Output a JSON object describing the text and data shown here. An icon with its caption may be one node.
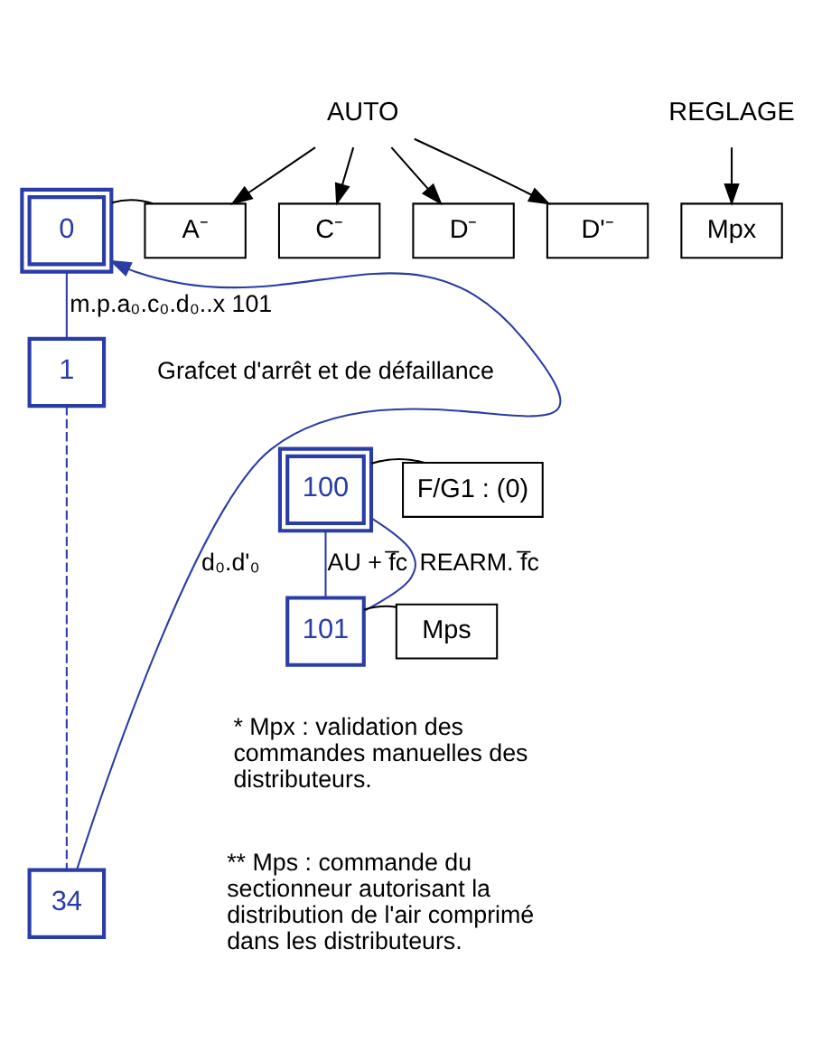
{
  "diagram": {
    "nodes": [
      {
        "text": [
          "0"
        ]
      },
      {
        "text": [
          "A⁻"
        ]
      },
      {
        "text": [
          "C⁻"
        ]
      },
      {
        "text": [
          "D⁻"
        ]
      },
      {
        "text": [
          "D'⁻"
        ]
      },
      {
        "text": [
          "Mpx"
        ]
      },
      {
        "text": [
          "AUTO"
        ]
      },
      {
        "text": [
          "REGLAGE"
        ]
      },
      {
        "text": [
          "1"
        ]
      },
      {
        "text": [
          "100"
        ]
      },
      {
        "text": [
          "F/G1 : (0)"
        ]
      },
      {
        "text": [
          "101"
        ]
      },
      {
        "text": [
          "Mps"
        ]
      },
      {
        "text": [
          "34"
        ]
      }
    ],
    "edges": [
      {
        "from": 6,
        "to": 1,
        "arrow": "to"
      },
      {
        "from": 6,
        "to": 2,
        "arrow": "to"
      },
      {
        "from": 6,
        "to": 3,
        "arrow": "to"
      },
      {
        "from": 6,
        "to": 4,
        "arrow": "to"
      },
      {
        "from": 7,
        "to": 5,
        "arrow": "to"
      },
      {
        "from": 0,
        "to": 1,
        "arrow": "none"
      },
      {
        "from": 0,
        "to": 8,
        "arrow": "none",
        "label": "m.p.a₀.c₀.d₀..x 101",
        "color": "#2a3ca6"
      },
      {
        "from": 9,
        "to": 10,
        "arrow": "none"
      },
      {
        "from": 9,
        "to": 11,
        "arrow": "none",
        "label": "AU + f̅c",
        "color": "#2a3ca6"
      },
      {
        "from": 11,
        "to": 12,
        "arrow": "none"
      },
      {
        "from": 11,
        "to": 9,
        "arrow": "none",
        "label": "REARM. f̅c",
        "color": "#2a3ca6"
      },
      {
        "from": 8,
        "to": 13,
        "arrow": "none",
        "style": "dashed",
        "color": "#2a3ca6"
      },
      {
        "from": 13,
        "to": 0,
        "arrow": "to",
        "label": "d₀.d'₀",
        "color": "#2a3ca6"
      }
    ],
    "labels": [
      "Grafcet d'arrêt et de défaillance",
      "* Mpx : validation des commandes manuelles des distributeurs.",
      "** Mps : commande du sectionneur autorisant la distribution de l'air comprimé dans les distributeurs."
    ]
  }
}
